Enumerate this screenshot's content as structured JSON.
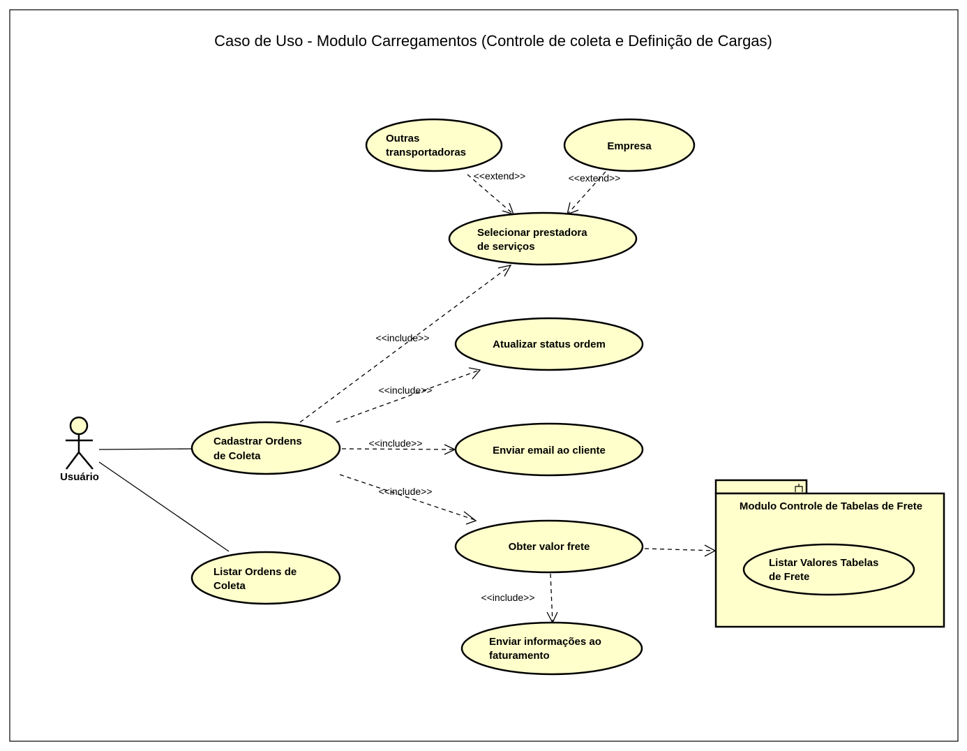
{
  "title": "Caso de Uso - Modulo Carregamentos (Controle de coleta e Definição de Cargas)",
  "actor": {
    "name": "Usuário"
  },
  "use_cases": {
    "outras": [
      "Outras",
      "transportadoras"
    ],
    "empresa": [
      "Empresa"
    ],
    "selecionar": [
      "Selecionar prestadora",
      "de serviços"
    ],
    "atualizar": [
      "Atualizar status ordem"
    ],
    "cadastrar": [
      "Cadastrar Ordens",
      "de Coleta"
    ],
    "enviar_email": [
      "Enviar email ao cliente"
    ],
    "obter_frete": [
      "Obter valor frete"
    ],
    "listar_ordens": [
      "Listar Ordens de",
      "Coleta"
    ],
    "enviar_info": [
      "Enviar informações ao",
      "faturamento"
    ],
    "listar_valores": [
      "Listar Valores Tabelas",
      "de Frete"
    ]
  },
  "package": {
    "name": "Modulo Controle de Tabelas de Frete"
  },
  "stereotypes": {
    "extend_outras": "<<extend>>",
    "extend_empresa": "<<extend>>",
    "include_selecionar": "<<include>>",
    "include_atualizar": "<<include>>",
    "include_email": "<<include>>",
    "include_frete": "<<include>>",
    "include_info": "<<include>>"
  },
  "colors": {
    "use_case_fill": "#ffffcc",
    "stroke": "#000000"
  }
}
